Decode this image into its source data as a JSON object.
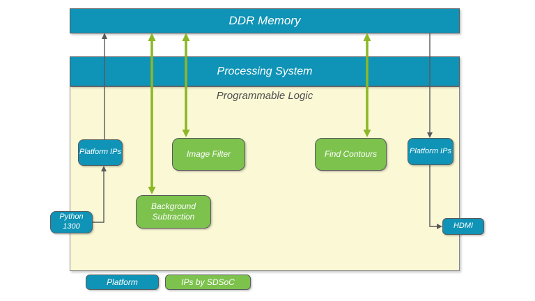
{
  "diagram": {
    "ddr_memory": "DDR Memory",
    "processing_system": "Processing System",
    "programmable_logic": "Programmable Logic",
    "blocks": {
      "platform_ips_left": "Platform IPs",
      "image_filter": "Image Filter",
      "find_contours": "Find Contours",
      "platform_ips_right": "Platform IPs",
      "background_subtraction": "Background Subtraction",
      "python_1300": "Python 1300",
      "hdmi": "HDMI"
    },
    "legend": {
      "platform": "Platform",
      "ips_by_sdsoc": "IPs by SDSoC"
    },
    "colors": {
      "platform_blue": "#0F93B6",
      "sdsoc_green": "#7CC24D",
      "arrow_green": "#8CB728",
      "arrow_gray": "#58595B",
      "logic_background": "#FBF9D5"
    }
  }
}
